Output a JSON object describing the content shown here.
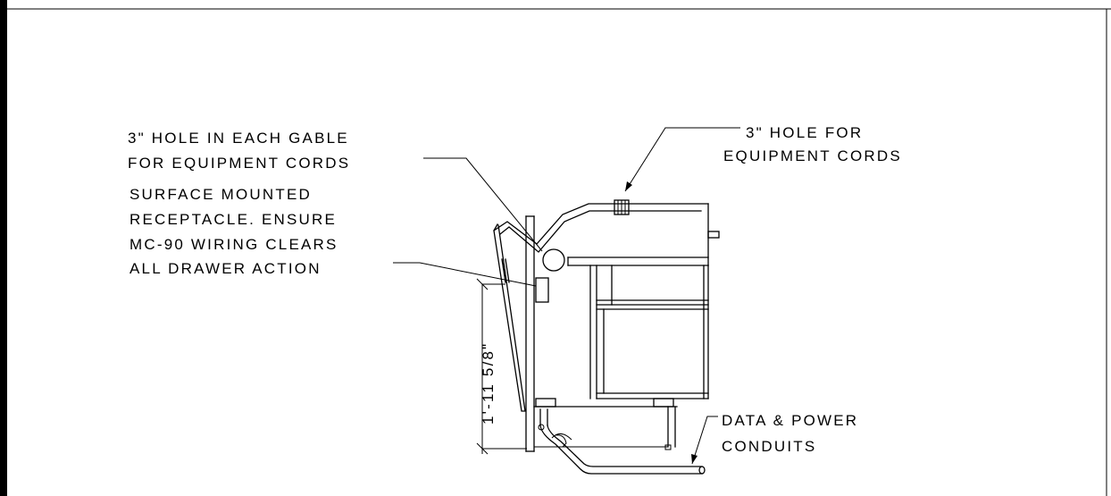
{
  "drawing": {
    "note_top_left": [
      "3\" HOLE IN EACH GABLE",
      "FOR EQUIPMENT CORDS"
    ],
    "note_mid_left": [
      "SURFACE MOUNTED",
      "RECEPTACLE. ENSURE",
      "MC-90 WIRING CLEARS",
      "ALL DRAWER ACTION"
    ],
    "note_top_right": [
      "3\" HOLE FOR",
      "EQUIPMENT CORDS"
    ],
    "note_bottom_right": [
      "DATA & POWER",
      "CONDUITS"
    ],
    "dimension": "1'-11 5/8\""
  }
}
